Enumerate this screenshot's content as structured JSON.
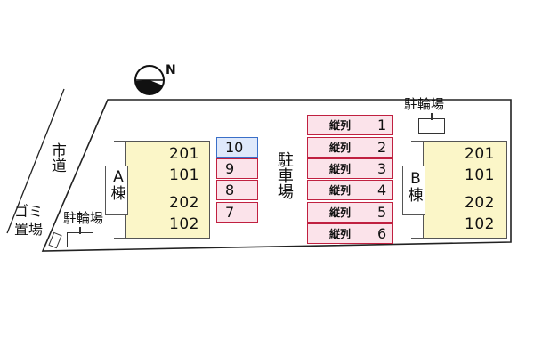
{
  "compass": {
    "north_label": "N",
    "icon": "compass-icon"
  },
  "road": {
    "label": "市道"
  },
  "garbage": {
    "label_line1": "ゴミ",
    "label_line2": "置場"
  },
  "building_a": {
    "label": "A棟",
    "upper_units": [
      "201",
      "101"
    ],
    "lower_units": [
      "202",
      "102"
    ]
  },
  "building_b": {
    "label": "B棟",
    "upper_units": [
      "201",
      "101"
    ],
    "lower_units": [
      "202",
      "102"
    ]
  },
  "bike_parking": {
    "left_label": "駐輪場",
    "right_label": "駐輪場"
  },
  "parking": {
    "label": "駐車場",
    "slots": [
      "10",
      "9",
      "8",
      "7"
    ],
    "rows_label": "縦列",
    "rows": [
      "1",
      "2",
      "3",
      "4",
      "5",
      "6"
    ]
  },
  "colors": {
    "building_fill": "#fbf6c8",
    "parking_fill": "#fbe3ea",
    "parking_border": "#c02040",
    "highlight_border": "#3a6fc8"
  }
}
